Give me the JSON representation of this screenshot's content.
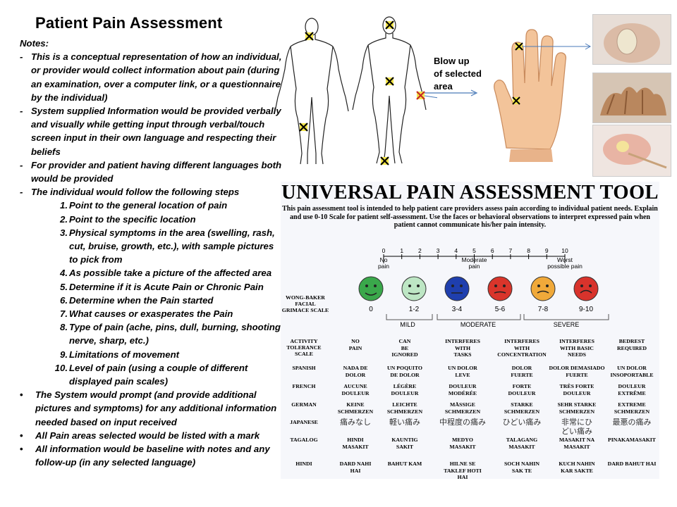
{
  "title": "Patient Pain Assessment",
  "notes_header": "Notes:",
  "notes": [
    "This is a conceptual representation of how an individual, or provider would collect  information about pain (during an examination, over a computer link, or a questionnaire  by the individual)",
    "System supplied Information  would be provided verbally and visually while getting input  through verbal/touch screen input in their own language  and respecting their beliefs",
    "For provider and patient having different languages both would be provided",
    "The individual  would follow the following steps"
  ],
  "steps": [
    "Point to the general location of pain",
    "Point to the specific location",
    "Physical symptoms in the area (swelling, rash, cut, bruise, growth, etc.), with sample pictures to pick from",
    "As possible take a picture of the affected area",
    "Determine if it is Acute Pain or Chronic Pain",
    "Determine when the Pain  started",
    "What causes or exasperates the Pain",
    "Type of pain (ache, pins, dull, burning, shooting nerve, sharp,  etc.)",
    "Limitations of movement",
    "Level of pain (using  a couple of different displayed pain scales)"
  ],
  "bullets": [
    "The System would prompt (and provide additional pictures and symptoms) for any additional information needed based on input received",
    "All Pain areas selected would be listed with a mark",
    "All information would be baseline with notes and any follow-up (in any selected language)"
  ],
  "blowup_label": "Blow up\nof selected\narea",
  "tool": {
    "title": "UNIVERSAL PAIN ASSESSMENT TOOL",
    "description": "This pain assessment tool is intended to help patient care providers assess pain according to individual patient needs. Explain and use 0-10 Scale for patient self-assessment. Use the faces or behavioral observations to interpret expressed pain when patient cannot communicate his/her pain intensity.",
    "scale_numbers": [
      "0",
      "1",
      "2",
      "3",
      "4",
      "5",
      "6",
      "7",
      "8",
      "9",
      "10"
    ],
    "scale_labels": [
      "No\npain",
      "Moderate\npain",
      "Worst\npossible pain"
    ],
    "faces_label": "WONG-BAKER\nFACIAL\nGRIMACE SCALE",
    "face_ranges": [
      "0",
      "1-2",
      "3-4",
      "5-6",
      "7-8",
      "9-10"
    ],
    "face_colors": [
      "#3aa84b",
      "#bde6c4",
      "#1f3fae",
      "#d9352b",
      "#f0a93a",
      "#d8332c"
    ],
    "severity": [
      "MILD",
      "MODERATE",
      "SEVERE"
    ],
    "rows": [
      {
        "label": "ACTIVITY\nTOLERANCE\nSCALE",
        "cells": [
          "NO\nPAIN",
          "CAN\nBE\nIGNORED",
          "INTERFERES\nWITH\nTASKS",
          "INTERFERES\nWITH\nCONCENTRATION",
          "INTERFERES\nWITH BASIC\nNEEDS",
          "BEDREST\nREQUIRED"
        ]
      },
      {
        "label": "SPANISH",
        "cells": [
          "NADA DE\nDOLOR",
          "UN POQUITO\nDE DOLOR",
          "UN DOLOR\nLEVE",
          "DOLOR\nFUERTE",
          "DOLOR DEMASIADO\nFUERTE",
          "UN DOLOR\nINSOPORTABLE"
        ]
      },
      {
        "label": "FRENCH",
        "cells": [
          "AUCUNE\nDOULEUR",
          "LÉGÈRE\nDOULEUR",
          "DOULEUR\nMODÉRÉE",
          "FORTE\nDOULEUR",
          "TRÈS FORTE\nDOULEUR",
          "DOULEUR\nEXTRÊME"
        ]
      },
      {
        "label": "GERMAN",
        "cells": [
          "KEINE\nSCHMERZEN",
          "LEICHTE\nSCHMERZEN",
          "MÄSSIGE\nSCHMERZEN",
          "STARKE\nSCHMERZEN",
          "SEHR STARKE\nSCHMERZEN",
          "EXTREME\nSCHMERZEN"
        ]
      },
      {
        "label": "JAPANESE",
        "cells": [
          "痛みなし",
          "軽い痛み",
          "中程度の痛み",
          "ひどい痛み",
          "非常にひ\nどい痛み",
          "最悪の痛み"
        ]
      },
      {
        "label": "TAGALOG",
        "cells": [
          "HINDI\nMASAKIT",
          "KAUNTIG\nSAKIT",
          "MEDYO\nMASAKIT",
          "TALAGANG\nMASAKIT",
          "MASAKIT NA\nMASAKIT",
          "PINAKAMASAKIT"
        ]
      },
      {
        "label": "HINDI",
        "cells": [
          "DARD NAHI\nHAI",
          "BAHUT KAM",
          "HILNE SE\nTAKLEF HOTI\nHAI",
          "SOCH NAHIN\nSAK TE",
          "KUCH NAHIN\nKAR SAKTE",
          "DARD BAHUT HAI"
        ]
      }
    ]
  }
}
